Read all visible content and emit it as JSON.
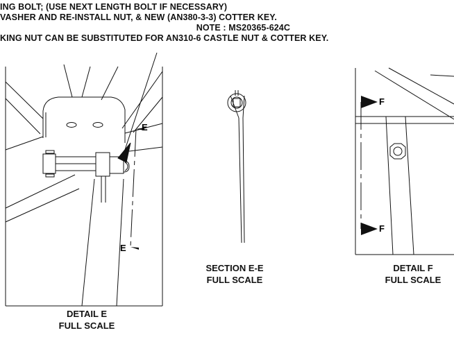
{
  "notes": {
    "line1": "ING BOLT; (USE NEXT LENGTH BOLT IF NECESSARY)",
    "line2": "VASHER AND RE-INSTALL NUT, & NEW (AN380-3-3) COTTER KEY.",
    "line3": "NOTE : MS20365-624C",
    "line4": "KING NUT CAN BE SUBSTITUTED FOR AN310-6 CASTLE NUT & COTTER KEY."
  },
  "detail_e": {
    "marker_top": "E",
    "marker_bottom": "E",
    "caption_line1": "DETAIL E",
    "caption_line2": "FULL SCALE"
  },
  "section_ee": {
    "caption_line1": "SECTION E-E",
    "caption_line2": "FULL SCALE"
  },
  "detail_f": {
    "marker_top": "F",
    "marker_bottom": "F",
    "caption_line1": "DETAIL F",
    "caption_line2": "FULL SCALE"
  },
  "colors": {
    "ink": "#111111",
    "paper": "#ffffff"
  }
}
